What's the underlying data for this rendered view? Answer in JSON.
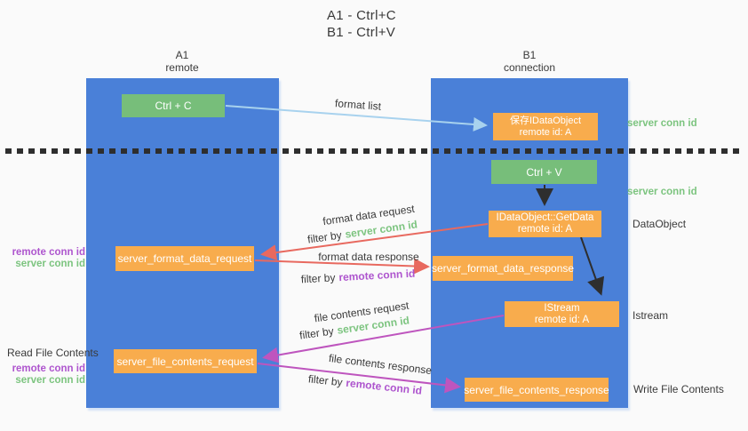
{
  "title": {
    "line1": "A1 - Ctrl+C",
    "line2": "B1 - Ctrl+V"
  },
  "columns": {
    "a1": {
      "title": "A1",
      "subtitle": "remote"
    },
    "b1": {
      "title": "B1",
      "subtitle": "connection"
    }
  },
  "nodes": {
    "ctrl_c": "Ctrl + C",
    "save_dataobject": {
      "line1": "保存IDataObject",
      "line2": "remote id: A"
    },
    "ctrl_v": "Ctrl + V",
    "getdata": {
      "line1": "IDataObject::GetData",
      "line2": "remote id: A"
    },
    "format_request": "server_format_data_request",
    "format_response": "server_format_data_response",
    "istream": {
      "line1": "IStream",
      "line2": "remote id: A"
    },
    "file_request": "server_file_contents_request",
    "file_response": "server_file_contents_response"
  },
  "flow_labels": {
    "format_list": "format list",
    "format_request": {
      "title": "format data request",
      "filter_prefix": "filter by",
      "filter_key": "server conn id"
    },
    "format_response": {
      "title": "format data response",
      "filter_prefix": "filter by",
      "filter_key": "remote conn id"
    },
    "file_request": {
      "title": "file contents request",
      "filter_prefix": "filter by",
      "filter_key": "server conn id"
    },
    "file_response": {
      "title": "file contents response",
      "filter_prefix": "filter by",
      "filter_key": "remote conn id"
    }
  },
  "left_labels": {
    "format": {
      "remote": "remote conn id",
      "server": "server conn id"
    },
    "read_title": "Read File Contents",
    "file": {
      "remote": "remote conn id",
      "server": "server conn id"
    }
  },
  "right_labels": {
    "server_conn_top": "server conn id",
    "server_conn_mid": "server conn id",
    "dataobject": "DataObject",
    "istream": "Istream",
    "write_title": "Write File Contents"
  },
  "colors": {
    "column_blue": "#4A80D8",
    "box_green": "#77BE7A",
    "box_orange": "#F8AC4D",
    "arrow_red": "#E8695F",
    "arrow_magenta": "#BE55BE",
    "arrow_lightblue": "#A8D2EE",
    "arrow_black": "#2E2E2E",
    "text_green": "#7CC47F",
    "text_purple": "#AE55CE",
    "text_dark": "#3A3A3A"
  }
}
